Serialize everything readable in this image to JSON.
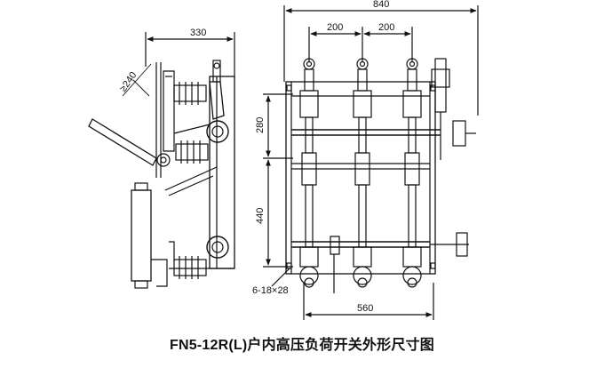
{
  "dimensions": {
    "side_width": "330",
    "arm_angle": "≥240",
    "front_width": "840",
    "pole_spacing_1": "200",
    "pole_spacing_2": "200",
    "upper_height": "280",
    "lower_height": "440",
    "holes": "6-18×28",
    "base_width": "560"
  },
  "caption": "FN5-12R(L)户内高压负荷开关外形尺寸图"
}
